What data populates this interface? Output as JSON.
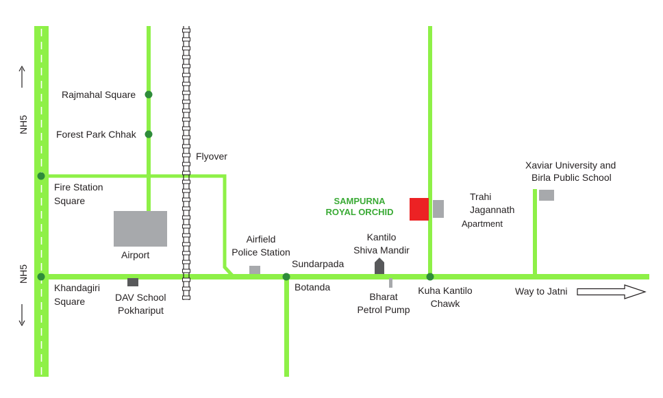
{
  "colors": {
    "road": "#8ef047",
    "node": "#2e8b3a",
    "text": "#231f20",
    "project": "#ec2224",
    "building": "#a7a9ac",
    "landmark": "#58595b",
    "brand_text": "#3aaa35",
    "rail": "#231f20"
  },
  "highway": {
    "label_top": "NH5",
    "label_bottom": "NH5"
  },
  "labels": {
    "rajmahal_square": "Rajmahal Square",
    "forest_park_chhak": "Forest Park Chhak",
    "flyover": "Flyover",
    "fire_station_l1": "Fire Station",
    "fire_station_l2": "Square",
    "airport": "Airport",
    "khandagiri_l1": "Khandagiri",
    "khandagiri_l2": "Square",
    "dav_l1": "DAV School",
    "dav_l2": "Pokhariput",
    "airfield_l1": "Airfield",
    "airfield_l2": "Police Station",
    "sundarpada": "Sundarpada",
    "botanda": "Botanda",
    "kantilo_l1": "Kantilo",
    "kantilo_l2": "Shiva Mandir",
    "bharat_l1": "Bharat",
    "bharat_l2": "Petrol Pump",
    "kuha_l1": "Kuha Kantilo",
    "kuha_l2": "Chawk",
    "trahi_l1": "Trahi",
    "trahi_l2": "Jagannath",
    "trahi_l3": "Apartment",
    "xaviar_l1": "Xaviar University and",
    "xaviar_l2": "Birla Public School",
    "way_to_jatni": "Way to Jatni"
  },
  "project": {
    "line1": "SAMPURNA",
    "line2": "ROYAL ORCHID"
  },
  "icons": {
    "project_marker": "red-square",
    "building": "grey-rectangle",
    "temple": "temple-icon",
    "direction_arrow": "arrow-right-outline"
  }
}
